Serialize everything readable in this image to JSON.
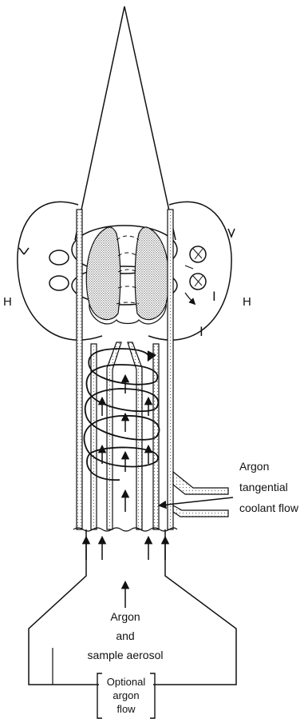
{
  "labels": {
    "field_left": "H",
    "field_right": "H",
    "current_upper": "I",
    "current_lower": "I",
    "coolant_line1": "Argon",
    "coolant_line2": "tangential",
    "coolant_line3": "coolant flow",
    "aerosol_line1": "Argon",
    "aerosol_line2": "and",
    "aerosol_line3": "sample aerosol",
    "optional_line1": "Optional",
    "optional_line2": "argon",
    "optional_line3": "flow"
  },
  "colors": {
    "ink": "#111111",
    "stipple": "#9a9a9a"
  }
}
